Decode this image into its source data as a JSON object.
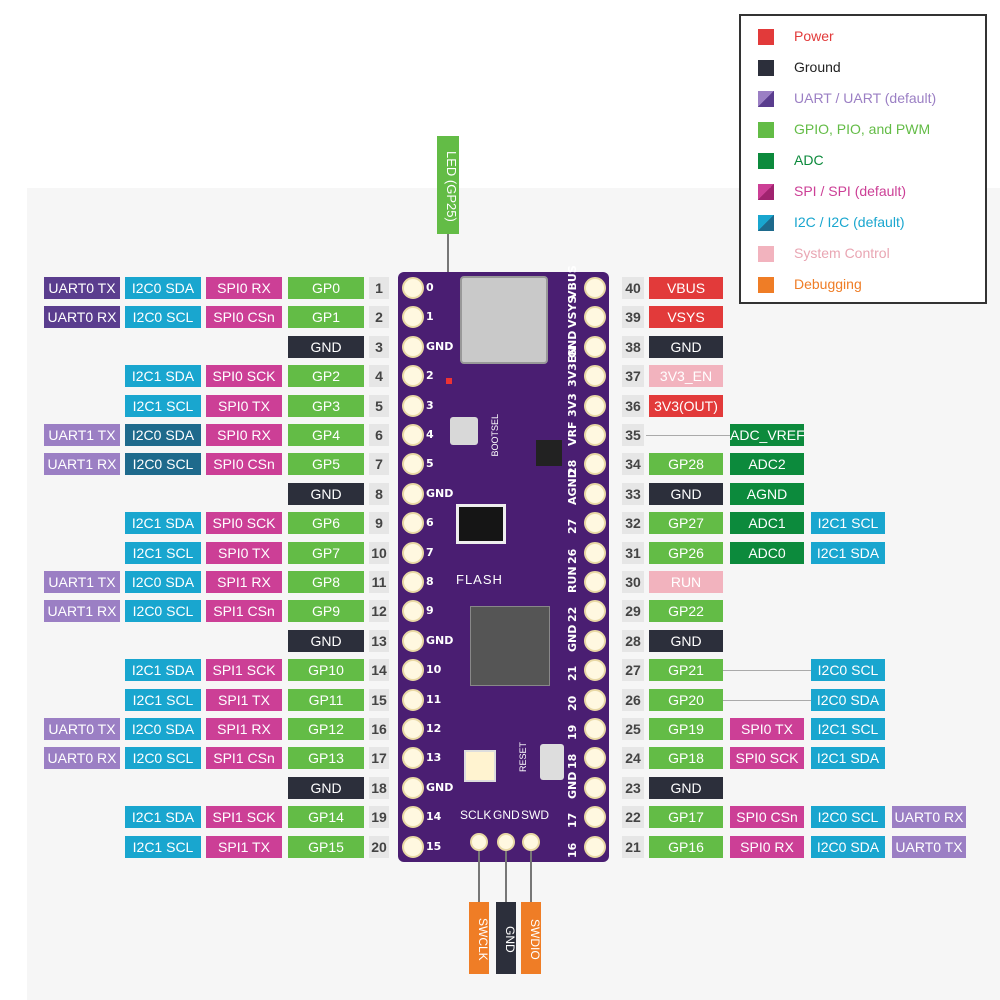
{
  "colors": {
    "power": "#e23a3a",
    "ground": "#2c2f3b",
    "uart": "#9b7fc4",
    "uart_default": "#5a3d8e",
    "gpio": "#63bc46",
    "adc": "#0c8a3c",
    "spi": "#cc3f96",
    "i2c": "#19a6cf",
    "i2c_default": "#1e6a8c",
    "system": "#f2b3be",
    "debug": "#ef7d26",
    "board": "#4a1e72"
  },
  "legend": [
    {
      "label": "Power",
      "kind": "power",
      "icon": "red-square-icon"
    },
    {
      "label": "Ground",
      "kind": "ground",
      "icon": "dark-square-icon"
    },
    {
      "label": "UART / UART (default)",
      "kind": "uart",
      "icon": "split-purple-square-icon"
    },
    {
      "label": "GPIO, PIO, and PWM",
      "kind": "gpio",
      "icon": "green-square-icon"
    },
    {
      "label": "ADC",
      "kind": "adc",
      "icon": "darkgreen-square-icon"
    },
    {
      "label": "SPI / SPI (default)",
      "kind": "spi",
      "icon": "split-pink-square-icon"
    },
    {
      "label": "I2C / I2C (default)",
      "kind": "i2c",
      "icon": "split-blue-square-icon"
    },
    {
      "label": "System Control",
      "kind": "system",
      "icon": "pink-square-icon"
    },
    {
      "label": "Debugging",
      "kind": "debug",
      "icon": "orange-square-icon"
    }
  ],
  "led_label": "LED (GP25)",
  "board": {
    "flash": "FLASH",
    "bootsel": "BOOTSEL",
    "reset": "RESET",
    "run": "RUN",
    "vrf": "VRF",
    "adc_label": "28"
  },
  "left_pins": [
    {
      "num": "1",
      "label": "GP0",
      "alt": [
        [
          "UART0 TX",
          "uart_default"
        ],
        [
          "I2C0 SDA",
          "i2c"
        ],
        [
          "SPI0 RX",
          "spi"
        ]
      ],
      "silk": "0"
    },
    {
      "num": "2",
      "label": "GP1",
      "alt": [
        [
          "UART0 RX",
          "uart_default"
        ],
        [
          "I2C0 SCL",
          "i2c"
        ],
        [
          "SPI0 CSn",
          "spi"
        ]
      ],
      "silk": "1"
    },
    {
      "num": "3",
      "label": "GND",
      "ground": true,
      "alt": [],
      "silk": "GND"
    },
    {
      "num": "4",
      "label": "GP2",
      "alt": [
        [
          "I2C1 SDA",
          "i2c"
        ],
        [
          "SPI0 SCK",
          "spi"
        ]
      ],
      "silk": "2"
    },
    {
      "num": "5",
      "label": "GP3",
      "alt": [
        [
          "I2C1 SCL",
          "i2c"
        ],
        [
          "SPI0 TX",
          "spi"
        ]
      ],
      "silk": "3"
    },
    {
      "num": "6",
      "label": "GP4",
      "alt": [
        [
          "UART1 TX",
          "uart"
        ],
        [
          "I2C0 SDA",
          "i2c_default"
        ],
        [
          "SPI0 RX",
          "spi"
        ]
      ],
      "silk": "4"
    },
    {
      "num": "7",
      "label": "GP5",
      "alt": [
        [
          "UART1 RX",
          "uart"
        ],
        [
          "I2C0 SCL",
          "i2c_default"
        ],
        [
          "SPI0 CSn",
          "spi"
        ]
      ],
      "silk": "5"
    },
    {
      "num": "8",
      "label": "GND",
      "ground": true,
      "alt": [],
      "silk": "GND"
    },
    {
      "num": "9",
      "label": "GP6",
      "alt": [
        [
          "I2C1 SDA",
          "i2c"
        ],
        [
          "SPI0 SCK",
          "spi"
        ]
      ],
      "silk": "6"
    },
    {
      "num": "10",
      "label": "GP7",
      "alt": [
        [
          "I2C1 SCL",
          "i2c"
        ],
        [
          "SPI0 TX",
          "spi"
        ]
      ],
      "silk": "7"
    },
    {
      "num": "11",
      "label": "GP8",
      "alt": [
        [
          "UART1 TX",
          "uart"
        ],
        [
          "I2C0 SDA",
          "i2c"
        ],
        [
          "SPI1 RX",
          "spi"
        ]
      ],
      "silk": "8"
    },
    {
      "num": "12",
      "label": "GP9",
      "alt": [
        [
          "UART1 RX",
          "uart"
        ],
        [
          "I2C0 SCL",
          "i2c"
        ],
        [
          "SPI1 CSn",
          "spi"
        ]
      ],
      "silk": "9"
    },
    {
      "num": "13",
      "label": "GND",
      "ground": true,
      "alt": [],
      "silk": "GND"
    },
    {
      "num": "14",
      "label": "GP10",
      "alt": [
        [
          "I2C1 SDA",
          "i2c"
        ],
        [
          "SPI1 SCK",
          "spi"
        ]
      ],
      "silk": "10"
    },
    {
      "num": "15",
      "label": "GP11",
      "alt": [
        [
          "I2C1 SCL",
          "i2c"
        ],
        [
          "SPI1 TX",
          "spi"
        ]
      ],
      "silk": "11"
    },
    {
      "num": "16",
      "label": "GP12",
      "alt": [
        [
          "UART0 TX",
          "uart"
        ],
        [
          "I2C0 SDA",
          "i2c"
        ],
        [
          "SPI1 RX",
          "spi"
        ]
      ],
      "silk": "12"
    },
    {
      "num": "17",
      "label": "GP13",
      "alt": [
        [
          "UART0 RX",
          "uart"
        ],
        [
          "I2C0 SCL",
          "i2c"
        ],
        [
          "SPI1 CSn",
          "spi"
        ]
      ],
      "silk": "13"
    },
    {
      "num": "18",
      "label": "GND",
      "ground": true,
      "alt": [],
      "silk": "GND"
    },
    {
      "num": "19",
      "label": "GP14",
      "alt": [
        [
          "I2C1 SDA",
          "i2c"
        ],
        [
          "SPI1 SCK",
          "spi"
        ]
      ],
      "silk": "14"
    },
    {
      "num": "20",
      "label": "GP15",
      "alt": [
        [
          "I2C1 SCL",
          "i2c"
        ],
        [
          "SPI1 TX",
          "spi"
        ]
      ],
      "silk": "15"
    }
  ],
  "right_pins": [
    {
      "num": "40",
      "main": [
        "VBUS",
        "power"
      ],
      "alt": [],
      "silk": "VBUS"
    },
    {
      "num": "39",
      "main": [
        "VSYS",
        "power"
      ],
      "alt": [],
      "silk": "VSYS"
    },
    {
      "num": "38",
      "main": [
        "GND",
        "ground"
      ],
      "alt": [],
      "silk": "GND"
    },
    {
      "num": "37",
      "main": [
        "3V3_EN",
        "system"
      ],
      "alt": [],
      "silk": "3V3EN"
    },
    {
      "num": "36",
      "main": [
        "3V3(OUT)",
        "power"
      ],
      "alt": [],
      "silk": "3V3"
    },
    {
      "num": "35",
      "main": null,
      "alt": [
        [
          "ADC_VREF",
          "adc"
        ]
      ],
      "silk": "VRF"
    },
    {
      "num": "34",
      "main": [
        "GP28",
        "gpio"
      ],
      "alt": [
        [
          "ADC2",
          "adc"
        ]
      ],
      "silk": "28"
    },
    {
      "num": "33",
      "main": [
        "GND",
        "ground"
      ],
      "alt": [
        [
          "AGND",
          "adc"
        ]
      ],
      "silk": "AGND"
    },
    {
      "num": "32",
      "main": [
        "GP27",
        "gpio"
      ],
      "alt": [
        [
          "ADC1",
          "adc"
        ],
        [
          "I2C1 SCL",
          "i2c"
        ]
      ],
      "silk": "27"
    },
    {
      "num": "31",
      "main": [
        "GP26",
        "gpio"
      ],
      "alt": [
        [
          "ADC0",
          "adc"
        ],
        [
          "I2C1 SDA",
          "i2c"
        ]
      ],
      "silk": "26"
    },
    {
      "num": "30",
      "main": [
        "RUN",
        "system"
      ],
      "alt": [],
      "silk": "RUN"
    },
    {
      "num": "29",
      "main": [
        "GP22",
        "gpio"
      ],
      "alt": [],
      "silk": "22"
    },
    {
      "num": "28",
      "main": [
        "GND",
        "ground"
      ],
      "alt": [],
      "silk": "GND"
    },
    {
      "num": "27",
      "main": [
        "GP21",
        "gpio"
      ],
      "alt": [
        null,
        [
          "I2C0 SCL",
          "i2c"
        ]
      ],
      "silk": "21"
    },
    {
      "num": "26",
      "main": [
        "GP20",
        "gpio"
      ],
      "alt": [
        null,
        [
          "I2C0 SDA",
          "i2c"
        ]
      ],
      "silk": "20"
    },
    {
      "num": "25",
      "main": [
        "GP19",
        "gpio"
      ],
      "alt": [
        [
          "SPI0 TX",
          "spi"
        ],
        [
          "I2C1 SCL",
          "i2c"
        ]
      ],
      "silk": "19"
    },
    {
      "num": "24",
      "main": [
        "GP18",
        "gpio"
      ],
      "alt": [
        [
          "SPI0 SCK",
          "spi"
        ],
        [
          "I2C1 SDA",
          "i2c"
        ]
      ],
      "silk": "18"
    },
    {
      "num": "23",
      "main": [
        "GND",
        "ground"
      ],
      "alt": [],
      "silk": "GND"
    },
    {
      "num": "22",
      "main": [
        "GP17",
        "gpio"
      ],
      "alt": [
        [
          "SPI0 CSn",
          "spi"
        ],
        [
          "I2C0 SCL",
          "i2c"
        ],
        [
          "UART0 RX",
          "uart"
        ]
      ],
      "silk": "17"
    },
    {
      "num": "21",
      "main": [
        "GP16",
        "gpio"
      ],
      "alt": [
        [
          "SPI0 RX",
          "spi"
        ],
        [
          "I2C0 SDA",
          "i2c"
        ],
        [
          "UART0 TX",
          "uart"
        ]
      ],
      "silk": "16"
    }
  ],
  "debug_header": {
    "silk": [
      "SCLK",
      "GND",
      "SWD"
    ],
    "labels": [
      [
        "SWCLK",
        "debug"
      ],
      [
        "GND",
        "ground"
      ],
      [
        "SWDIO",
        "debug"
      ]
    ]
  }
}
